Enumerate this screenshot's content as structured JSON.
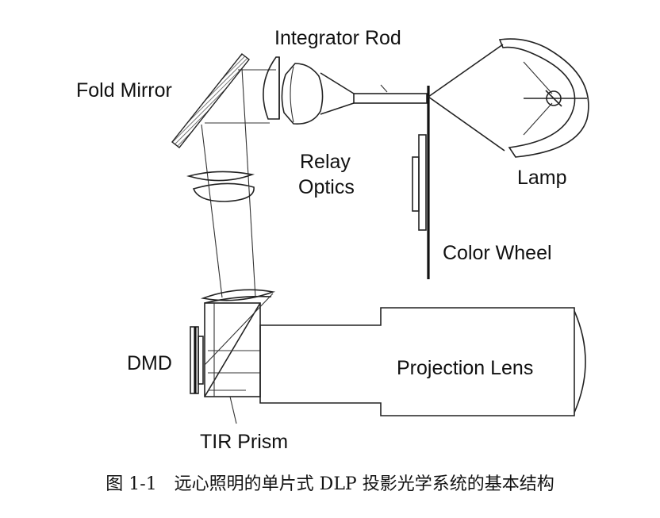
{
  "labels": {
    "integrator_rod": "Integrator Rod",
    "fold_mirror": "Fold Mirror",
    "relay_optics_line1": "Relay",
    "relay_optics_line2": "Optics",
    "lamp": "Lamp",
    "color_wheel": "Color Wheel",
    "dmd": "DMD",
    "projection_lens": "Projection Lens",
    "tir_prism": "TIR Prism"
  },
  "caption": "图 1-1　远心照明的单片式 DLP 投影光学系统的基本结构"
}
